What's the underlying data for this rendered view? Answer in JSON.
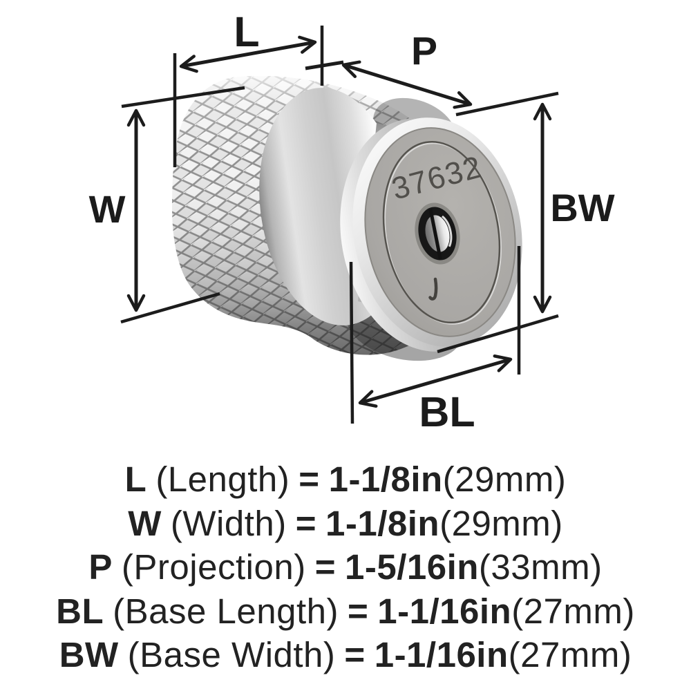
{
  "knob": {
    "product_number": "37632"
  },
  "dim_labels": {
    "L": "L",
    "P": "P",
    "W": "W",
    "BW": "BW",
    "BL": "BL"
  },
  "specs": [
    {
      "code": "L",
      "name": "(Length)",
      "eq": "=",
      "value": "1-1/8in",
      "metric": "(29mm)"
    },
    {
      "code": "W",
      "name": "(Width)",
      "eq": "=",
      "value": "1-1/8in",
      "metric": "(29mm)"
    },
    {
      "code": "P",
      "name": "(Projection)",
      "eq": "=",
      "value": "1-5/16in",
      "metric": "(33mm)"
    },
    {
      "code": "BL",
      "name": "(Base Length)",
      "eq": "=",
      "value": "1-1/16in",
      "metric": "(27mm)"
    },
    {
      "code": "BW",
      "name": "(Base Width)",
      "eq": "=",
      "value": "1-1/16in",
      "metric": "(27mm)"
    }
  ],
  "colors": {
    "line": "#1c1c1c",
    "disc_face": "#a8a6a2",
    "metal_light": "#f5f5f5",
    "metal_mid": "#c7c7c7",
    "metal_dark": "#8a8a8a",
    "engraving": "#514f4b",
    "background": "#ffffff"
  }
}
